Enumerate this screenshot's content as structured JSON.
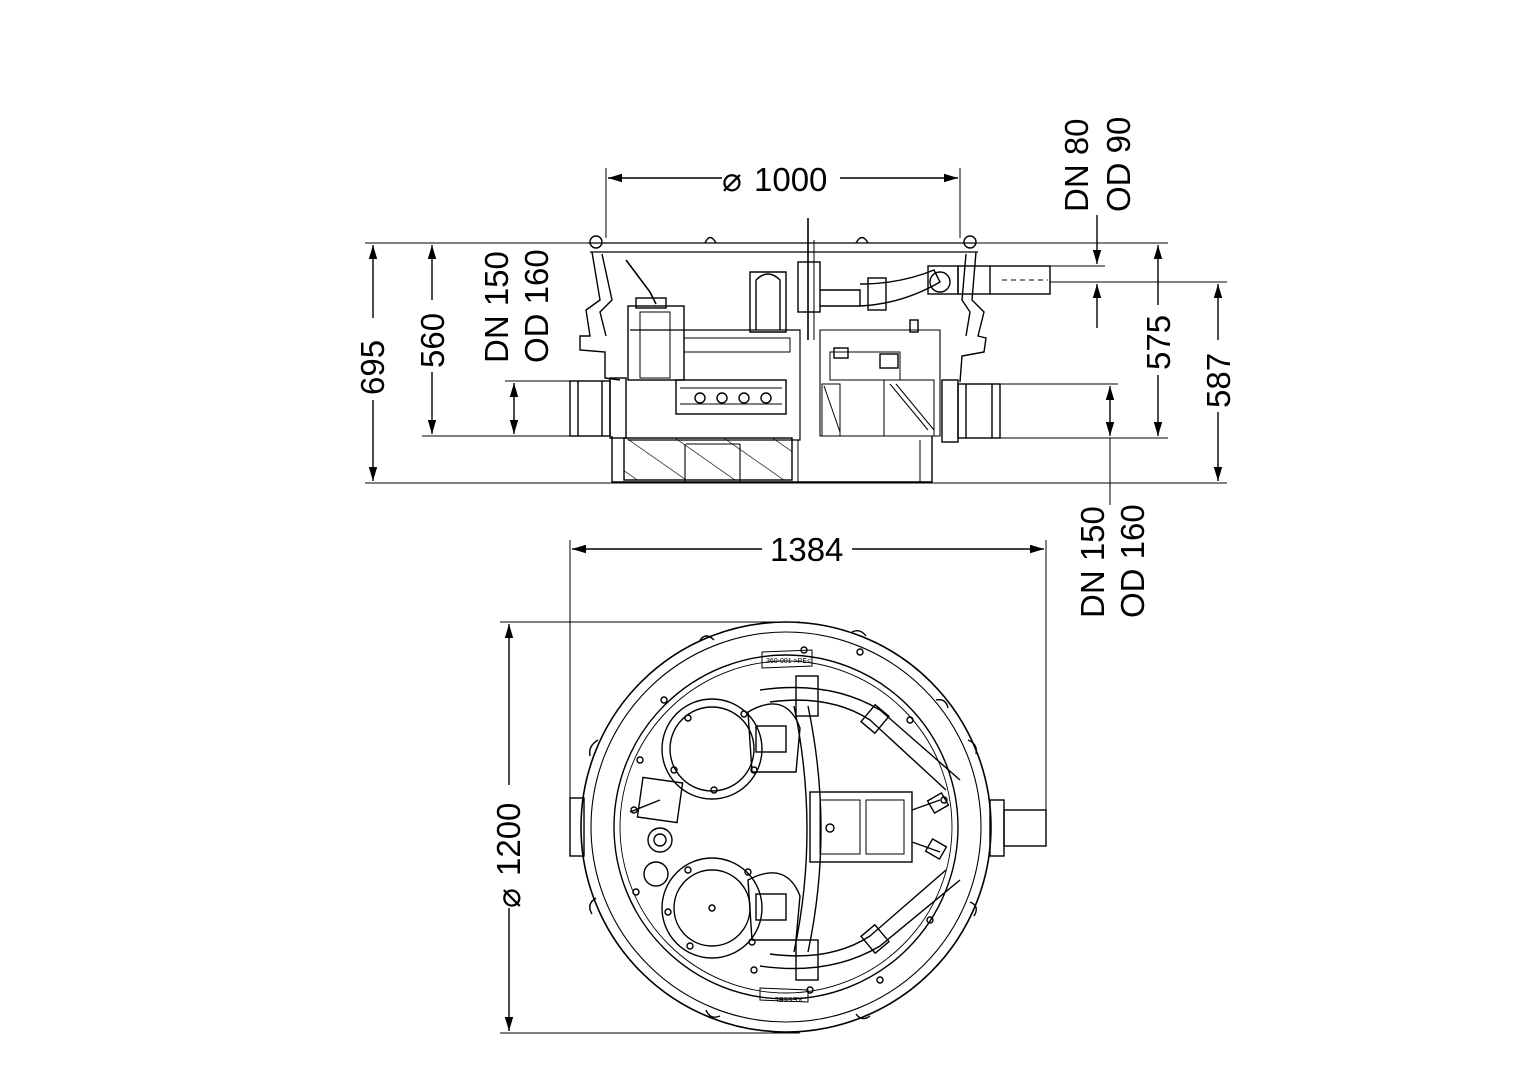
{
  "side_view": {
    "diameter_top": {
      "symbol": "⌀",
      "value": "1000"
    },
    "height_total": "695",
    "height_inner": "560",
    "inlet_left": {
      "dn": "DN 150",
      "od": "OD 160"
    },
    "outlet_top": {
      "dn": "DN 80",
      "od": "OD 90"
    },
    "height_outlet": "575",
    "height_inlet_right": "587",
    "inlet_right": {
      "dn": "DN 150",
      "od": "OD 160"
    }
  },
  "top_view": {
    "width": "1384",
    "diameter": {
      "symbol": "⌀",
      "value": "1200"
    },
    "part_number": "360-001 >PE<",
    "brand_mark": "KESSEL"
  }
}
